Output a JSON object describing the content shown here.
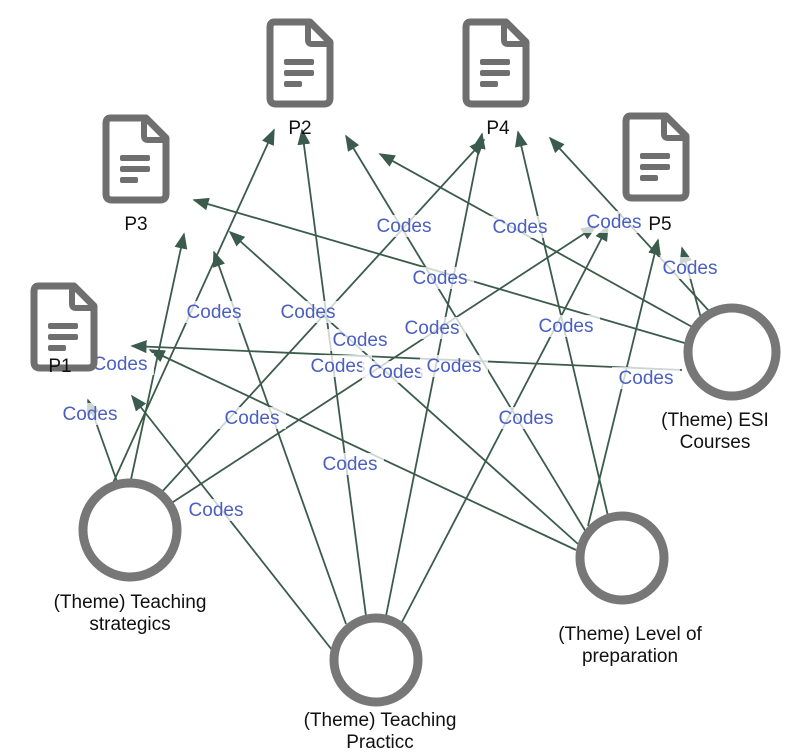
{
  "documents": [
    {
      "id": "P1",
      "label": "P1"
    },
    {
      "id": "P2",
      "label": "P2"
    },
    {
      "id": "P3",
      "label": "P3"
    },
    {
      "id": "P4",
      "label": "P4"
    },
    {
      "id": "P5",
      "label": "P5"
    }
  ],
  "themes": [
    {
      "id": "T1",
      "label": "(Theme) Teaching strategics"
    },
    {
      "id": "T2",
      "label": "(Theme) Teaching Practicc"
    },
    {
      "id": "T3",
      "label": "(Theme) Level of preparation"
    },
    {
      "id": "T4",
      "label": "(Theme) ESI Courses"
    }
  ],
  "edge_label": "Codes",
  "colors": {
    "edge": "#3b5b4c",
    "edge_label": "#4a5fc1",
    "icon": "#6f6f6f",
    "node_text": "#111111"
  },
  "edges": [
    {
      "from": "T1",
      "to": "P1"
    },
    {
      "from": "T1",
      "to": "P2"
    },
    {
      "from": "T1",
      "to": "P3"
    },
    {
      "from": "T1",
      "to": "P4"
    },
    {
      "from": "T1",
      "to": "P5"
    },
    {
      "from": "T2",
      "to": "P1"
    },
    {
      "from": "T2",
      "to": "P2"
    },
    {
      "from": "T2",
      "to": "P3"
    },
    {
      "from": "T2",
      "to": "P4"
    },
    {
      "from": "T2",
      "to": "P5"
    },
    {
      "from": "T3",
      "to": "P1"
    },
    {
      "from": "T3",
      "to": "P2"
    },
    {
      "from": "T3",
      "to": "P3"
    },
    {
      "from": "T3",
      "to": "P4"
    },
    {
      "from": "T3",
      "to": "P5"
    },
    {
      "from": "T4",
      "to": "P1"
    },
    {
      "from": "T4",
      "to": "P2"
    },
    {
      "from": "T4",
      "to": "P3"
    },
    {
      "from": "T4",
      "to": "P4"
    },
    {
      "from": "T4",
      "to": "P5"
    }
  ]
}
